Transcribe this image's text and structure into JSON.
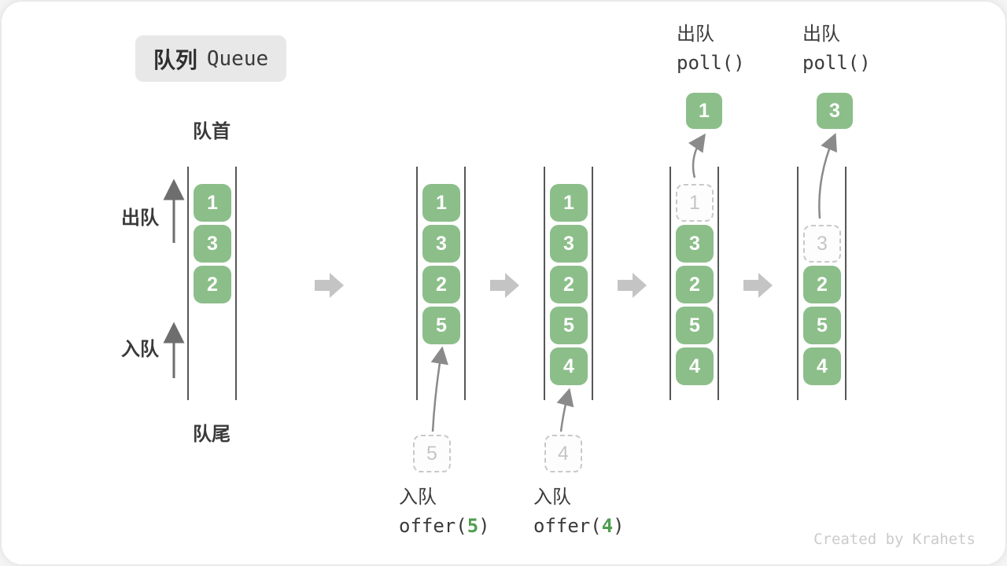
{
  "title": {
    "zh": "队列",
    "en": "Queue"
  },
  "front_label": "队首",
  "rear_label": "队尾",
  "side": {
    "dequeue": "出队",
    "enqueue": "入队"
  },
  "ops": {
    "offer5": {
      "label": "入队",
      "code_before": "offer(",
      "arg": "5",
      "code_after": ")"
    },
    "offer4": {
      "label": "入队",
      "code_before": "offer(",
      "arg": "4",
      "code_after": ")"
    },
    "poll_a": {
      "label": "出队",
      "code": "poll()"
    },
    "poll_b": {
      "label": "出队",
      "code": "poll()"
    }
  },
  "states": {
    "s1": {
      "rows": [
        "1",
        "3",
        "2"
      ]
    },
    "s2": {
      "rows": [
        "1",
        "3",
        "2",
        "5"
      ],
      "pending": "5"
    },
    "s3": {
      "rows": [
        "1",
        "3",
        "2",
        "5",
        "4"
      ],
      "pending": "4"
    },
    "s4": {
      "removed": "1",
      "rows": [
        "3",
        "2",
        "5",
        "4"
      ],
      "popped": "1"
    },
    "s5": {
      "removed": "3",
      "rows": [
        "2",
        "5",
        "4"
      ],
      "popped": "3"
    }
  },
  "watermark": "Created by Krahets",
  "colors": {
    "cell_green": "#8cbe8a",
    "code_arg_green": "#4f9e4f",
    "wall_gray": "#565656",
    "block_arrow_gray": "#c4c4c4",
    "dashed_gray": "#c9c9c9",
    "text_dark": "#3a3a3a",
    "badge_bg": "#e8e8e8"
  }
}
